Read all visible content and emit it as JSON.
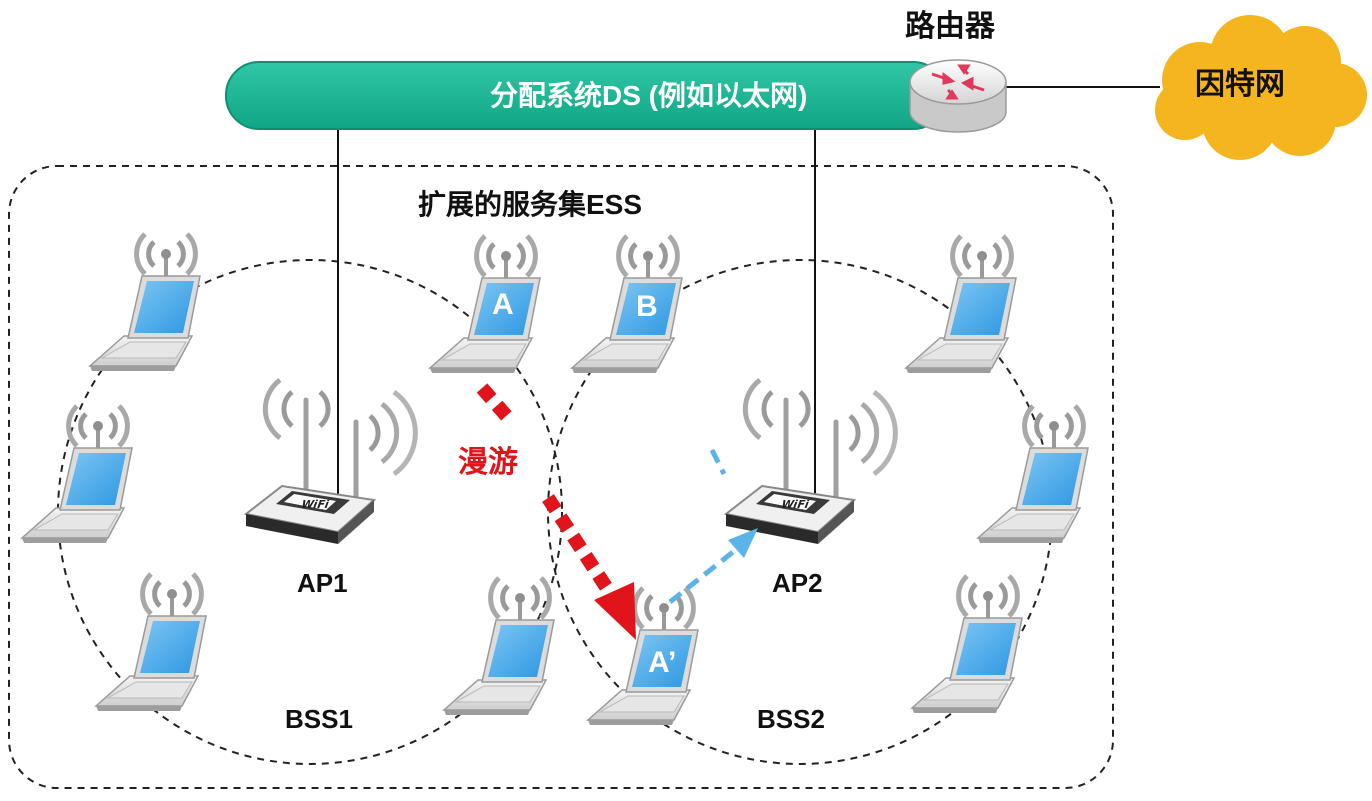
{
  "distribution_system": {
    "label": "分配系统DS (例如以太网)",
    "color": "#19b596"
  },
  "router": {
    "label": "路由器"
  },
  "internet": {
    "label": "因特网",
    "color": "#f5b51e"
  },
  "ess": {
    "label": "扩展的服务集ESS"
  },
  "access_points": [
    {
      "label": "AP1"
    },
    {
      "label": "AP2"
    }
  ],
  "bss": [
    {
      "label": "BSS1"
    },
    {
      "label": "BSS2"
    }
  ],
  "roaming": {
    "label": "漫游",
    "color": "#e2141b"
  },
  "stations": {
    "a": "A",
    "b": "B",
    "a_prime": "A’"
  },
  "association_arrow_color": "#5cb3ea",
  "icons": [
    "laptop-icon",
    "wifi-router-icon",
    "network-router-icon",
    "cloud-icon",
    "signal-icon"
  ]
}
